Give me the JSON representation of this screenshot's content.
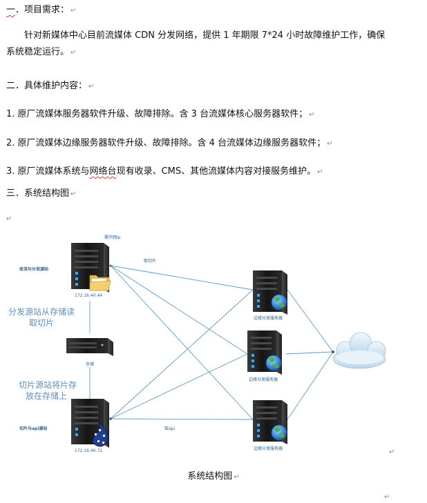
{
  "section1": {
    "title_prefix": "一",
    "title_rest": "．项目需求：",
    "body_line1": "针对新媒体中心目前流媒体 CDN 分发网络，提供 1 年期限 7*24 小时故障维护工作，确保",
    "body_line2": "系统稳定运行。"
  },
  "section2": {
    "title": "二．具体维护内容：",
    "items": [
      "1. 原厂流媒体服务器软件升级、故障排除。含 3 台流媒体核心服务器软件；",
      "2. 原厂流媒体边缘服务器软件升级、故障排除。含 4 台流媒体边缘服务器软件；"
    ],
    "item3_pre": "3. 原厂流媒体系统与",
    "item3_squiggle": "网络台",
    "item3_post": "现有收录、CMS、其他流媒体内容对接服务维护。"
  },
  "section3": {
    "title": "三．系统结构图"
  },
  "paragraph_mark": "↵",
  "diagram": {
    "top_server_caption": "收流与分发源站",
    "top_server_label_top": "需开网ip",
    "top_server_ip": "172.16.40.44",
    "bottom_server_caption": "切片与api源站",
    "bottom_server_ip": "172.16.40.72",
    "storage_label": "存储",
    "note_read": [
      "分发源站从存储读",
      "取切片"
    ],
    "note_store": [
      "切片源站将片存",
      "放在存储上"
    ],
    "edge_labels": [
      "边缘分发服务器",
      "边缘分发服务器",
      "边缘分发服务器"
    ],
    "link_top_label": "取切片",
    "link_bottom_label": "取api",
    "colors": {
      "line": "#5b9bc8",
      "note_text": "#5b8fc0",
      "server_dark": "#1f1f1f",
      "cloud": "#cfe3f1"
    }
  },
  "caption": "系统结构图"
}
